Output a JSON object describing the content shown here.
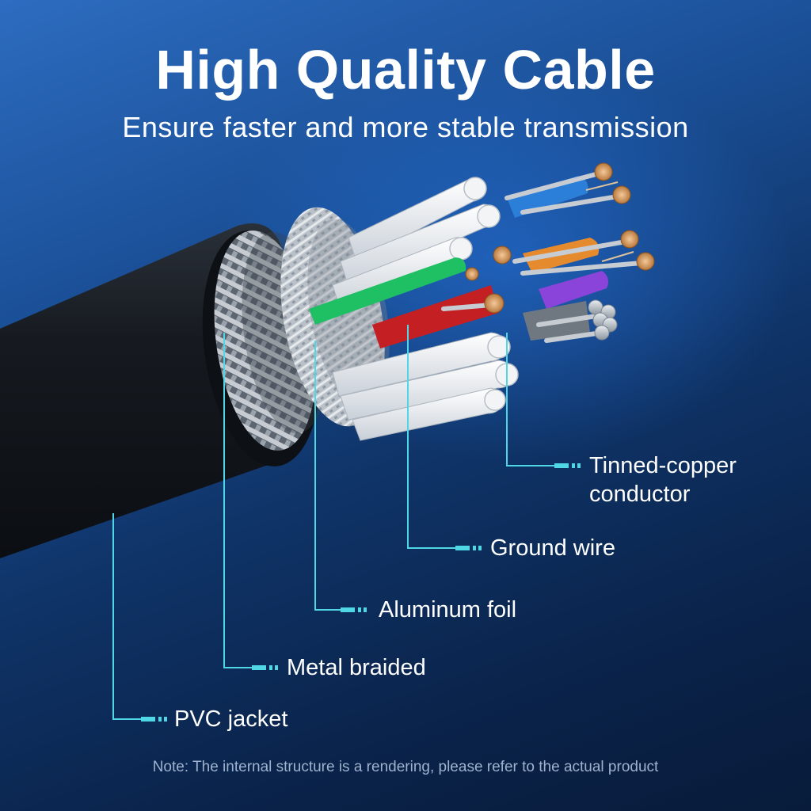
{
  "title": "High Quality Cable",
  "subtitle": "Ensure faster and more stable transmission",
  "callouts": [
    {
      "name": "tinned-copper",
      "lines": [
        "Tinned-copper",
        "conductor"
      ]
    },
    {
      "name": "ground-wire",
      "lines": [
        "Ground wire"
      ]
    },
    {
      "name": "aluminum-foil",
      "lines": [
        "Aluminum foil"
      ]
    },
    {
      "name": "metal-braided",
      "lines": [
        "Metal braided"
      ]
    },
    {
      "name": "pvc-jacket",
      "lines": [
        "PVC jacket"
      ]
    }
  ],
  "note": "Note: The internal structure is a rendering, please refer to the actual product",
  "colors": {
    "background_top": "#2d6cc0",
    "background_bottom": "#081b3a",
    "leader_line": "#4fd7e6",
    "jacket": "#151a20",
    "text": "#ffffff"
  }
}
